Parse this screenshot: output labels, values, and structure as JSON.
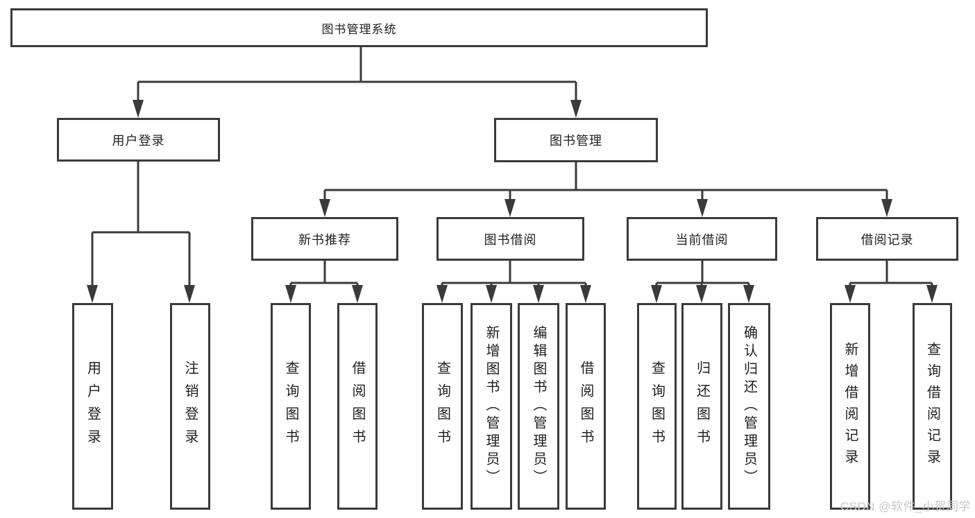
{
  "diagram_title": "图书管理系统",
  "tree": {
    "root": {
      "label": "图书管理系统"
    },
    "branches": [
      {
        "label": "用户登录",
        "children": [
          {
            "label": "用户登录"
          },
          {
            "label": "注销登录"
          }
        ]
      },
      {
        "label": "图书管理",
        "children": [
          {
            "label": "新书推荐",
            "children": [
              {
                "label": "查询图书"
              },
              {
                "label": "借阅图书"
              }
            ]
          },
          {
            "label": "图书借阅",
            "children": [
              {
                "label": "查询图书"
              },
              {
                "label": "新增图书（管理员）"
              },
              {
                "label": "编辑图书（管理员）"
              },
              {
                "label": "借阅图书"
              }
            ]
          },
          {
            "label": "当前借阅",
            "children": [
              {
                "label": "查询图书"
              },
              {
                "label": "归还图书"
              },
              {
                "label": "确认归还（管理员）"
              }
            ]
          },
          {
            "label": "借阅记录",
            "children": [
              {
                "label": "新增借阅记录"
              },
              {
                "label": "查询借阅记录"
              }
            ]
          }
        ]
      }
    ]
  },
  "watermark": "CSDN @软件_小贺同学",
  "colors": {
    "line": "#3a3a3a",
    "text": "#1f1f1f",
    "background": "#ffffff",
    "watermark": "#c9c9c9"
  }
}
